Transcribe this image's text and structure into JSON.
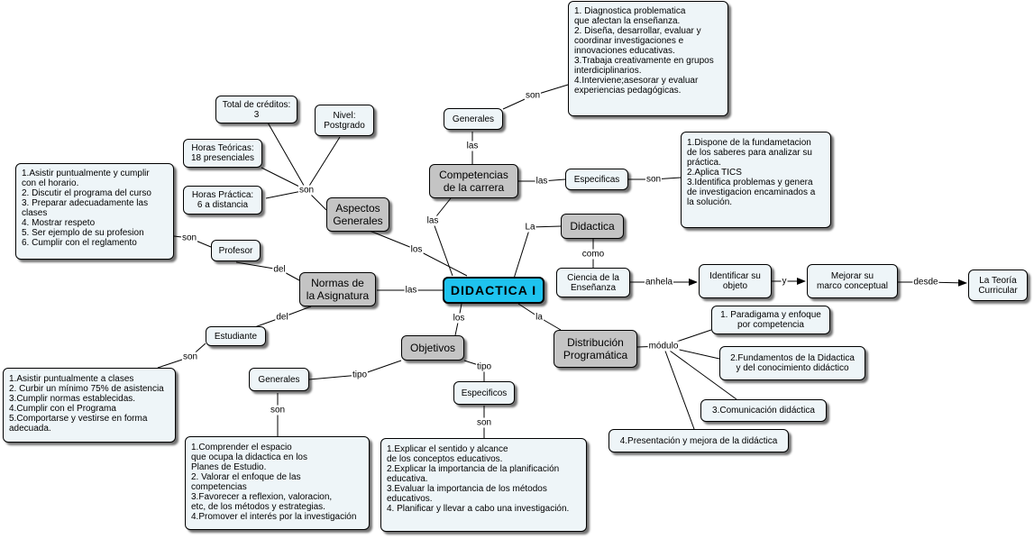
{
  "nodes": {
    "didactica_main": "DIDACTICA I",
    "aspectos_generales": "Aspectos\nGenerales",
    "total_creditos": "Total de créditos:\n3",
    "nivel": "Nivel:\nPostgrado",
    "horas_teoricas": "Horas Teóricas:\n18 presenciales",
    "horas_practica": "Horas Práctica:\n6 a distancia",
    "normas": "Normas de\nla Asignatura",
    "profesor": "Profesor",
    "profesor_list": "1.Asistir puntualmente y cumplir\ncon el horario.\n2. Discutir el programa del curso\n3. Preparar adecuadamente las\nclases\n4. Mostrar respeto\n5. Ser ejemplo de su profesion\n6. Cumplir con el reglamento",
    "estudiante": "Estudiante",
    "estudiante_list": "1.Asistir puntualmente a clases\n2. Curbir un mínimo 75% de asistencia\n3.Cumplir normas establecidas.\n4.Cumplir con el Programa\n5.Comportarse y vestirse en forma\nadecuada.",
    "competencias": "Competencias\nde la carrera",
    "generales_comp": "Generales",
    "generales_comp_list": "1. Diagnostica problematica\nque afectan la enseñanza.\n2. Diseña, desarrollar, evaluar y\ncoordinar investigaciones e\ninnovaciones educativas.\n3.Trabaja creativamente en grupos\ninterdiciplinarios.\n4.Interviene;asesorar y evaluar\nexperiencias pedagógicas.",
    "especificas_comp": "Especificas",
    "especificas_comp_list": "1.Dispone de la fundametacion\nde los saberes para analizar su\npráctica.\n2.Aplica TICS\n3.Identifica problemas y genera\nde investigacion encaminados a\nla solución.",
    "didactica": "Didactica",
    "ciencia": "Ciencia de la\nEnseñanza",
    "identificar": "Identificar su\nobjeto",
    "mejorar": "Mejorar su\nmarco conceptual",
    "teoria": "La Teoría\nCurricular",
    "objetivos": "Objetivos",
    "generales_obj": "Generales",
    "generales_obj_list": "1.Comprender el espacio\nque ocupa la didactica en los\nPlanes de Estudio.\n2. Valorar el enfoque de las\ncompetencias\n3.Favorecer a reflexion, valoracion,\netc, de los métodos y estrategias.\n4.Promover el interés por la investigación",
    "especificos_obj": "Especificos",
    "especificos_obj_list": "1.Explicar el sentido y alcance\nde los conceptos educativos.\n2.Explicar la importancia de la planificación\neducativa.\n3.Evaluar la importancia de los métodos\neducativos.\n4. Planificar y llevar a cabo una investigación.",
    "distribucion": "Distribución\nProgramática",
    "mod1": "1. Paradigama y enfoque\npor competencia",
    "mod2": "2.Fundamentos de la Didactica\ny del conocimiento didáctico",
    "mod3": "3.Comunicación didáctica",
    "mod4": "4.Presentación y mejora de la didáctica"
  },
  "links": {
    "son_aspectos": "son",
    "los_aspectos": "los",
    "las_normas": "las",
    "del_profesor": "del",
    "son_profesor": "son",
    "del_estudiante": "del",
    "son_estudiante": "son",
    "las_competencias": "las",
    "las_generales": "las",
    "son_generales": "son",
    "las_especificas": "las",
    "son_especificas": "son",
    "la_didactica": "La",
    "como": "como",
    "anhela": "anhela",
    "y": "y",
    "desde": "desde",
    "los_objetivos": "los",
    "tipo_generales": "tipo",
    "tipo_especificos": "tipo",
    "son_obj_generales": "son",
    "son_obj_especificos": "son",
    "la_distribucion": "la",
    "modulo": "módulo"
  },
  "colors": {
    "main_node": "#1ec3ef",
    "gray_node": "#c4c4c4",
    "light_node": "#eef5f8"
  }
}
